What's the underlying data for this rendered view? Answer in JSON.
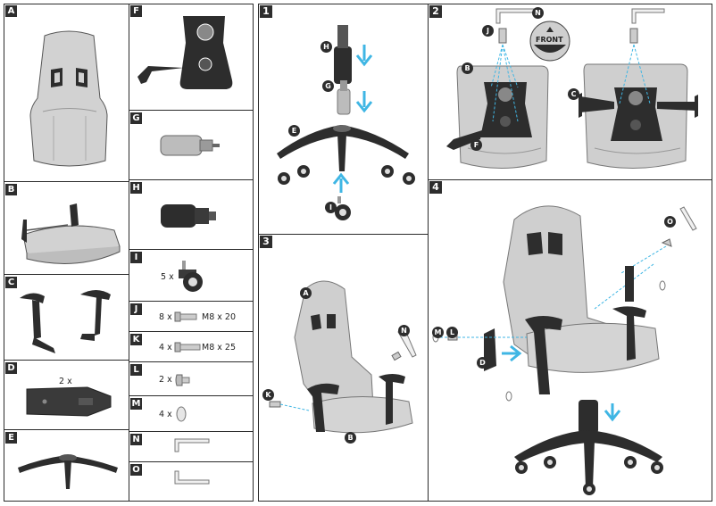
{
  "parts": {
    "A": {
      "letter": "A"
    },
    "B": {
      "letter": "B"
    },
    "C": {
      "letter": "C"
    },
    "D": {
      "letter": "D",
      "qty": "2 x"
    },
    "E": {
      "letter": "E"
    },
    "F": {
      "letter": "F"
    },
    "G": {
      "letter": "G"
    },
    "H": {
      "letter": "H"
    },
    "I": {
      "letter": "I",
      "qty": "5 x"
    },
    "J": {
      "letter": "J",
      "qty": "8 x",
      "spec": "M8 x 20"
    },
    "K": {
      "letter": "K",
      "qty": "4 x",
      "spec": "M8 x 25"
    },
    "L": {
      "letter": "L",
      "qty": "2 x"
    },
    "M": {
      "letter": "M",
      "qty": "4 x"
    },
    "N": {
      "letter": "N"
    },
    "O": {
      "letter": "O"
    }
  },
  "steps": {
    "s1": {
      "number": "1",
      "callouts": [
        "H",
        "G",
        "E",
        "I"
      ]
    },
    "s2": {
      "number": "2",
      "callouts": [
        "J",
        "N",
        "B",
        "F",
        "C"
      ],
      "front_label": "FRONT"
    },
    "s3": {
      "number": "3",
      "callouts": [
        "A",
        "N",
        "K",
        "B"
      ]
    },
    "s4": {
      "number": "4",
      "callouts": [
        "O",
        "M",
        "L",
        "D"
      ]
    }
  },
  "colors": {
    "arrow": "#3fb6e4",
    "part": "#2d2d2d",
    "fabric": "#cfcfcf",
    "outline": "#2b2b2b"
  }
}
